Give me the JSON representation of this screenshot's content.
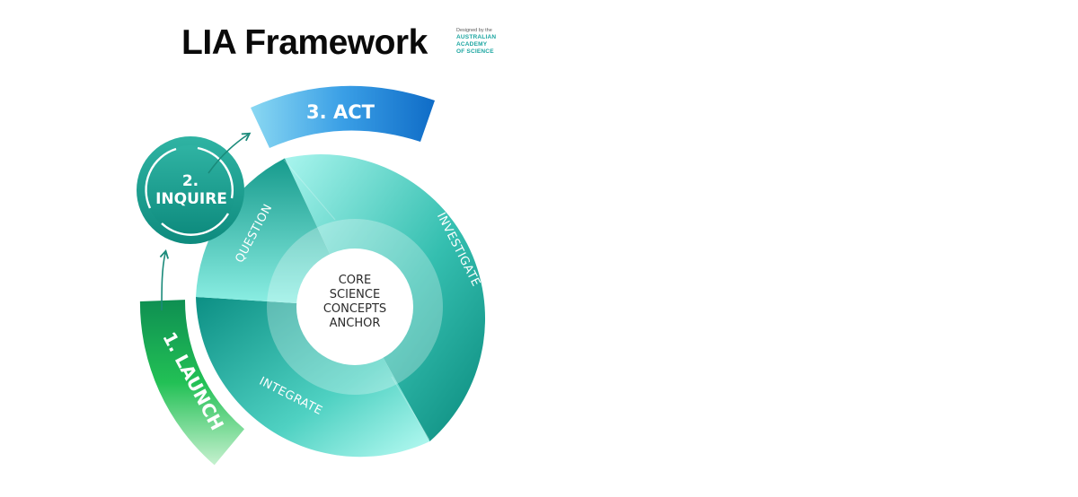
{
  "title": "LIA Framework",
  "credit": {
    "prefix": "Designed by the",
    "org_line1": "AUSTRALIAN",
    "org_line2": "ACADEMY",
    "org_line3": "OF SCIENCE"
  },
  "stages": {
    "launch": "1. LAUNCH",
    "inquire_num": "2.",
    "inquire": "INQUIRE",
    "act": "3. ACT"
  },
  "segments": {
    "question": "QUESTION",
    "investigate": "INVESTIGATE",
    "integrate": "INTEGRATE"
  },
  "core": {
    "line1": "CORE",
    "line2": "SCIENCE",
    "line3": "CONCEPTS",
    "line4": "ANCHOR"
  },
  "colors": {
    "launch": "#22b14c",
    "act": "#1f7fd6",
    "teal_dark": "#0d8c80",
    "teal_light": "#8ff0e6",
    "arrow": "#1a8a7a"
  }
}
